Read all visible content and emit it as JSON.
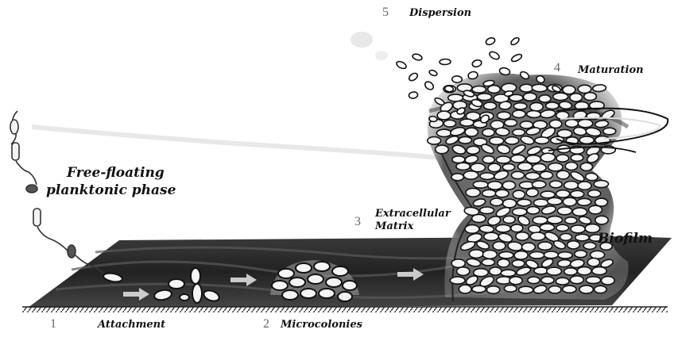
{
  "labels": {
    "free_floating_line1": "Free-floating",
    "free_floating_line2": "planktonic phase",
    "extracellular_line1": "Extracellular",
    "extracellular_line2": "Matrix",
    "biofilm": "Biofilm"
  },
  "stages": [
    {
      "number": "1",
      "name": "Attachment"
    },
    {
      "number": "2",
      "name": "Microcolonies"
    },
    {
      "number": "3",
      "name": ""
    },
    {
      "number": "4",
      "name": "Maturation"
    },
    {
      "number": "5",
      "name": "Dispersion"
    }
  ],
  "colors": {
    "surface_dark": "#2a2a2a",
    "surface_mid": "#555555",
    "cell_fill": "#f4f4f4",
    "cell_stroke": "#111111",
    "biofilm_cloud": "#6a6a6a",
    "arrow": "#e6e6e6"
  }
}
